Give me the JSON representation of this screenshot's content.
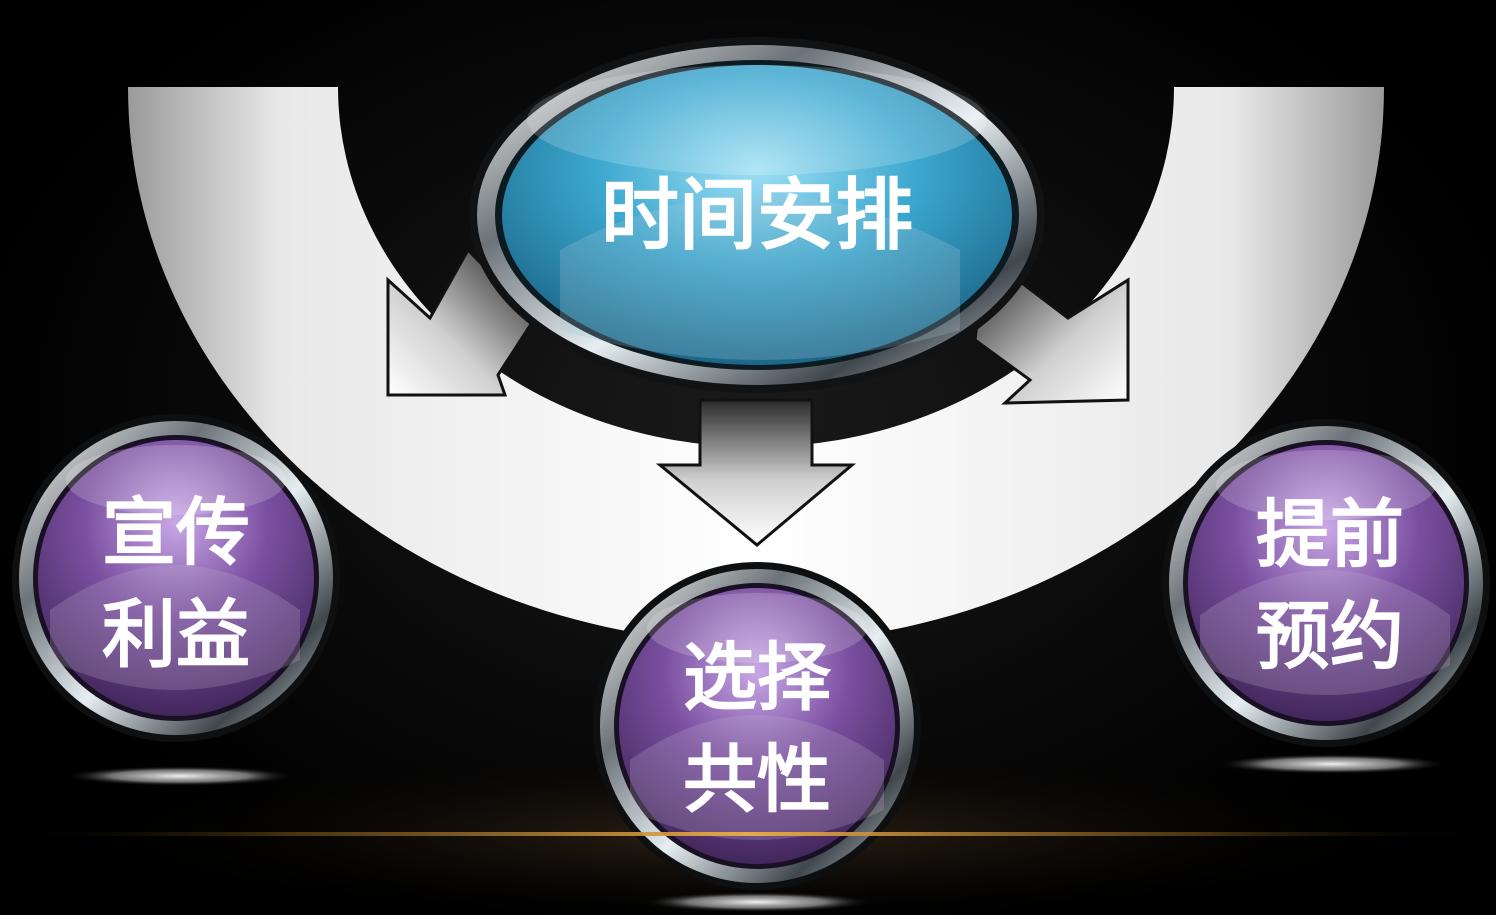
{
  "diagram": {
    "center_node": {
      "label": "时间安排",
      "color": "#3ba7cf"
    },
    "child_nodes": [
      {
        "id": "left",
        "line1": "宣传",
        "line2": "利益",
        "color": "#7a4fa0"
      },
      {
        "id": "middle",
        "line1": "选择",
        "line2": "共性",
        "color": "#7a4fa0"
      },
      {
        "id": "right",
        "line1": "提前",
        "line2": "预约",
        "color": "#7a4fa0"
      }
    ],
    "connector_color": "#d8d8d8",
    "glow_line_color": "#c98a2a"
  }
}
